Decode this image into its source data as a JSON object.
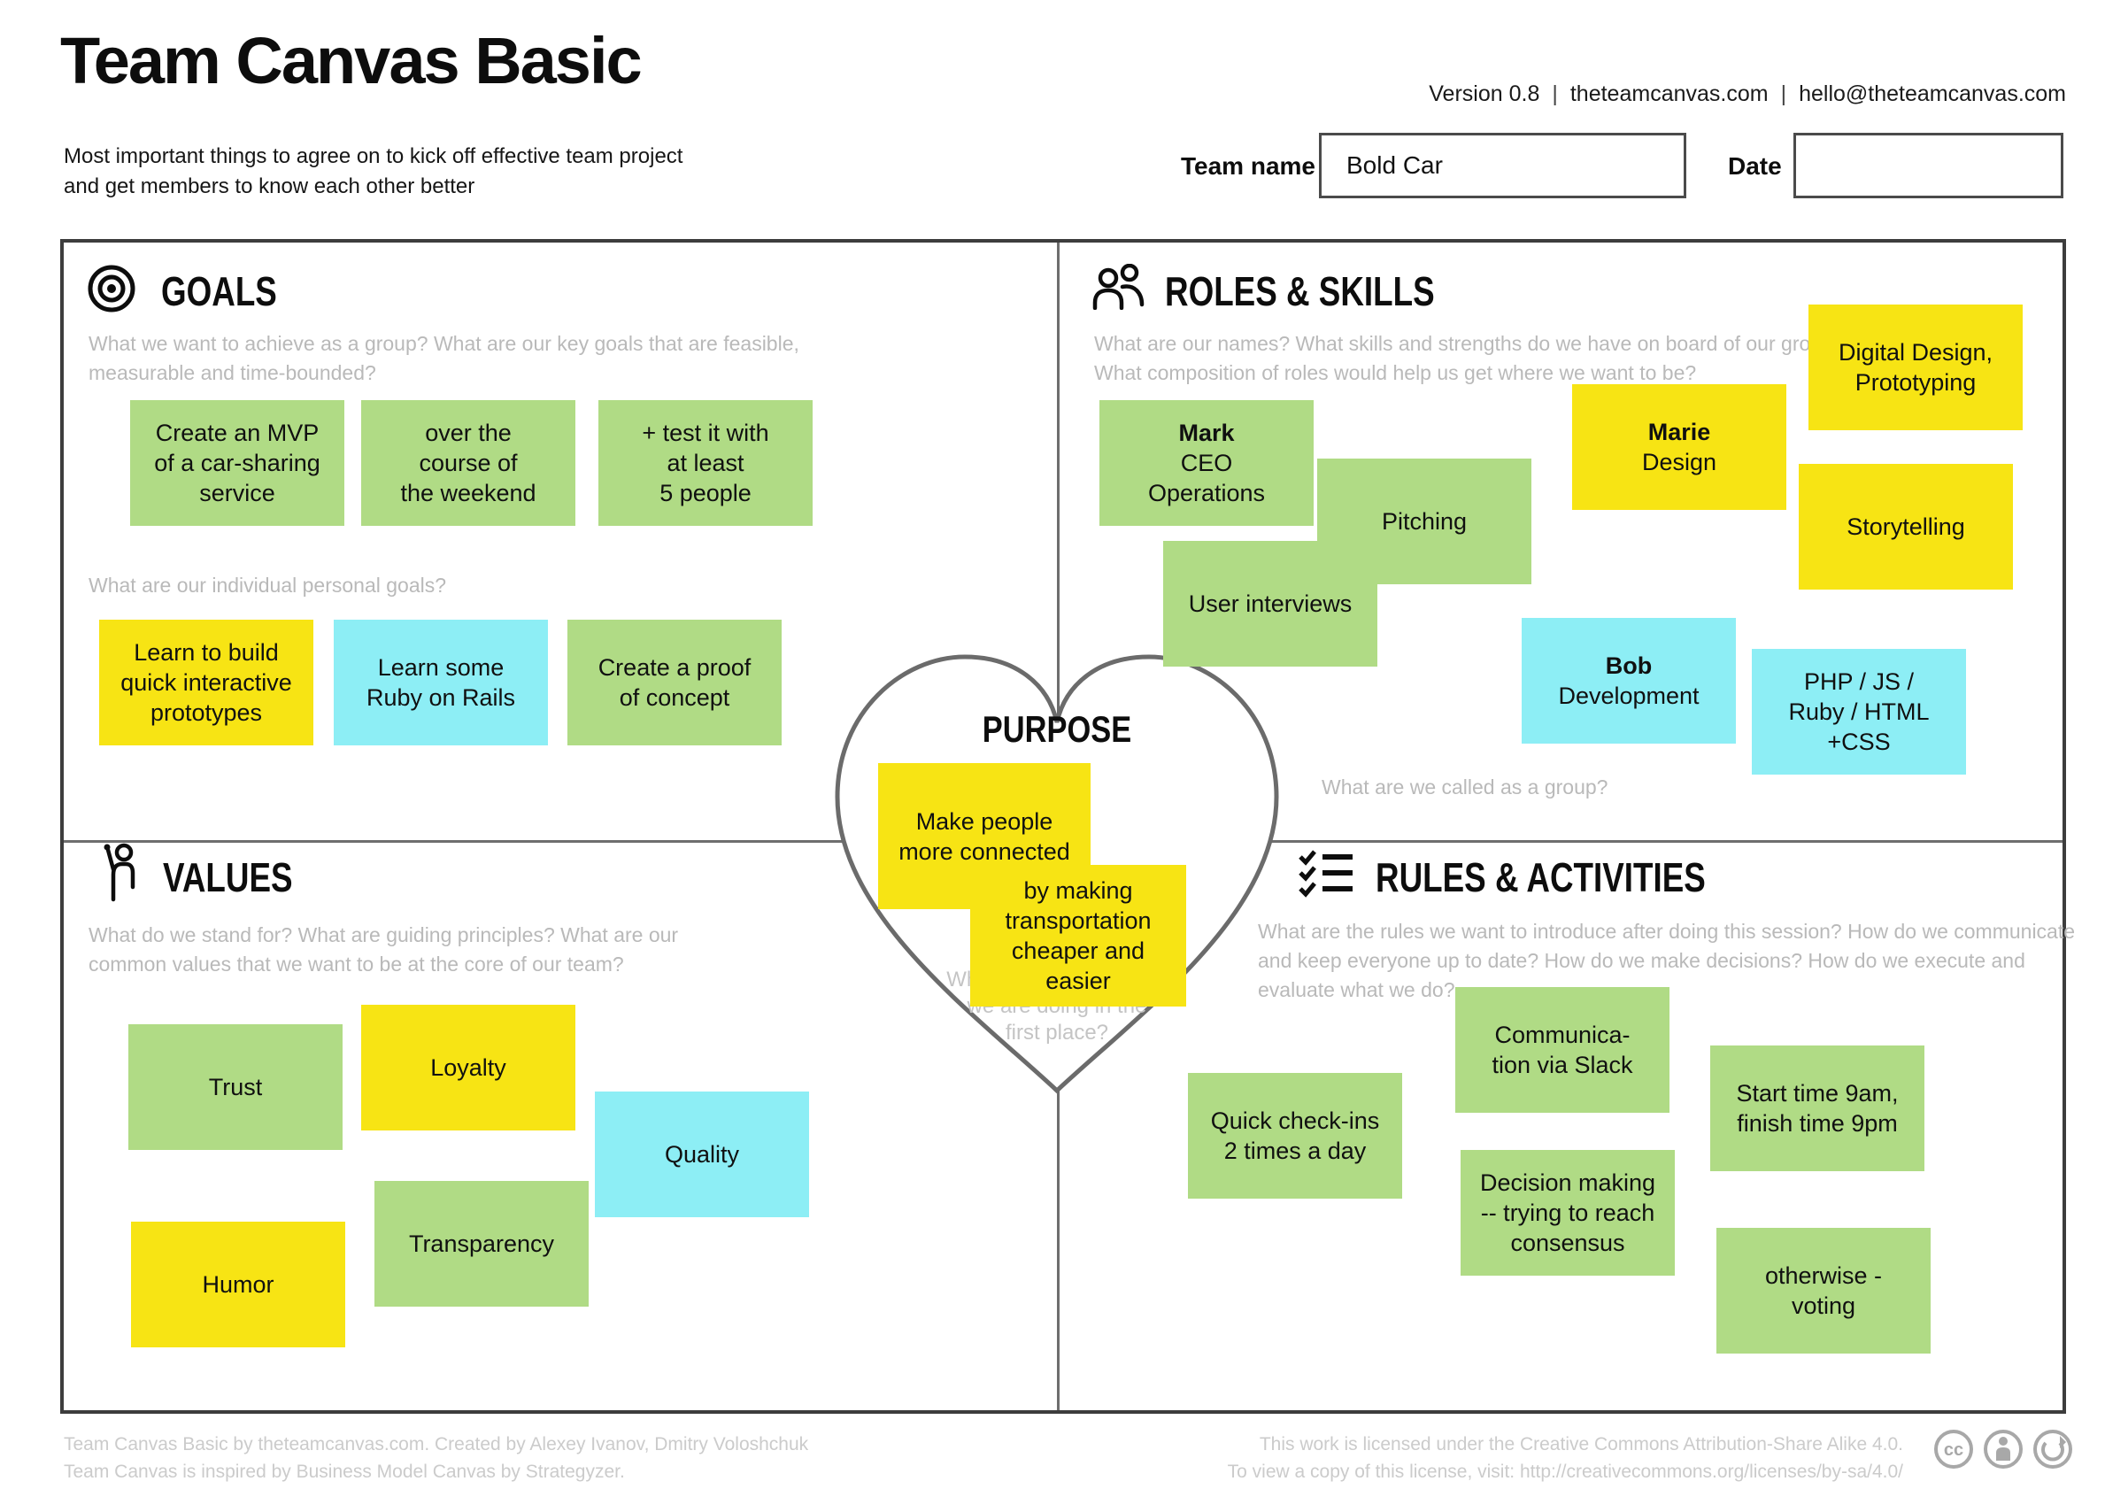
{
  "header": {
    "title": "Team Canvas Basic",
    "subtitle": "Most important things to agree on to kick off effective team project\nand get members to know each other better",
    "meta": [
      "Version 0.8",
      "theteamcanvas.com",
      "hello@theteamcanvas.com"
    ],
    "meta_separator": "|",
    "team_name_label": "Team name",
    "team_name_value": "Bold Car",
    "date_label": "Date",
    "date_value": ""
  },
  "sections": {
    "goals": {
      "title": "GOALS",
      "description": "What we want to achieve as a group? What are our key goals that are feasible,\nmeasurable and time-bounded?",
      "prompt2": "What are our individual personal goals?"
    },
    "roles": {
      "title": "ROLES & SKILLS",
      "description": "What are our names? What skills and strengths do we have on board of our group?\nWhat composition of roles would help us get where we want to be?",
      "prompt2": "What are we called as a group?"
    },
    "purpose": {
      "title": "PURPOSE",
      "description": "Why we are doing what\nwe are doing in the\nfirst place?"
    },
    "values": {
      "title": "VALUES",
      "description": "What do we stand for? What are guiding principles? What are our\ncommon values that we want to be at the core of our team?"
    },
    "rules": {
      "title": "RULES & ACTIVITIES",
      "description": "What are the rules we want to introduce after doing this session? How do we communicate\nand keep everyone up to date? How do we make decisions? How do we execute and\nevaluate what we do?"
    }
  },
  "colors": {
    "green": "#b0db85",
    "yellow": "#f7e414",
    "cyan": "#8deef5"
  },
  "notes": {
    "g1": {
      "color": "green",
      "text": "Create an MVP\nof a car-sharing\nservice"
    },
    "g2": {
      "color": "green",
      "text": "over the\ncourse of\nthe weekend"
    },
    "g3": {
      "color": "green",
      "text": "+ test it with\nat least\n5 people"
    },
    "pg1": {
      "color": "yellow",
      "text": "Learn to build\nquick interactive\nprototypes"
    },
    "pg2": {
      "color": "cyan",
      "text": "Learn some\nRuby on Rails"
    },
    "pg3": {
      "color": "green",
      "text": "Create a proof\nof concept"
    },
    "r1": {
      "color": "green",
      "name": "Mark",
      "text": "CEO\nOperations"
    },
    "r2": {
      "color": "green",
      "text": "Pitching"
    },
    "r3": {
      "color": "green",
      "text": "User interviews"
    },
    "r4": {
      "color": "yellow",
      "name": "Marie",
      "text": "Design"
    },
    "r5": {
      "color": "yellow",
      "text": "Digital Design,\nPrototyping"
    },
    "r6": {
      "color": "yellow",
      "text": "Storytelling"
    },
    "r7": {
      "color": "cyan",
      "name": "Bob",
      "text": "Development"
    },
    "r8": {
      "color": "cyan",
      "text": "PHP / JS /\nRuby / HTML\n+CSS"
    },
    "u1": {
      "color": "yellow",
      "text": "Make people\nmore connected"
    },
    "u2": {
      "color": "yellow",
      "text": "by making\ntransportation\ncheaper and\neasier"
    },
    "v1": {
      "color": "green",
      "text": "Trust"
    },
    "v2": {
      "color": "yellow",
      "text": "Loyalty"
    },
    "v3": {
      "color": "cyan",
      "text": "Quality"
    },
    "v4": {
      "color": "green",
      "text": "Transparency"
    },
    "v5": {
      "color": "yellow",
      "text": "Humor"
    },
    "a1": {
      "color": "green",
      "text": "Quick check-ins\n2 times a day"
    },
    "a2": {
      "color": "green",
      "text": "Communica-\ntion via Slack"
    },
    "a3": {
      "color": "green",
      "text": "Start time 9am,\nfinish time 9pm"
    },
    "a4": {
      "color": "green",
      "text": "Decision making\n-- trying to reach\nconsensus"
    },
    "a5": {
      "color": "green",
      "text": "otherwise -\nvoting"
    }
  },
  "footer": {
    "credit": "Team Canvas Basic by theteamcanvas.com. Created by Alexey Ivanov, Dmitry Voloshchuk\nTeam Canvas is inspired by Business Model Canvas by Strategyzer.",
    "license": "This work is licensed under the Creative Commons Attribution-Share Alike 4.0.\nTo view a copy of this license, visit: http://creativecommons.org/licenses/by-sa/4.0/"
  }
}
